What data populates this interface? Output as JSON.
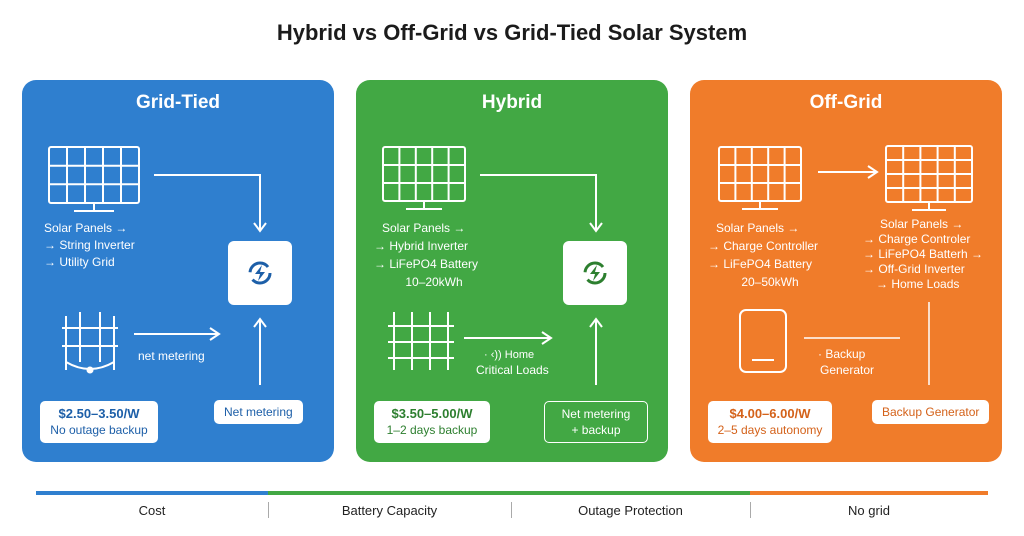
{
  "title": "Hybrid vs Off-Grid vs Grid-Tied Solar System",
  "panels": {
    "grid_tied": {
      "title": "Grid-Tied",
      "lines": [
        "Solar Panels →",
        "→ String Inverter",
        "→ Utility Grid"
      ],
      "flow_label": "net metering",
      "price": "$2.50–3.50/W",
      "price_note": "No outage backup",
      "tag": "Net metering",
      "color": "#2f7fcf"
    },
    "hybrid": {
      "title": "Hybrid",
      "lines": [
        "Solar Panels →",
        "→ Hybrid Inverter",
        "→ LiFePO4 Battery",
        "10–20kWh"
      ],
      "flow_label_1": "· ‹)) Home",
      "flow_label_2": "Critical Loads",
      "price": "$3.50–5.00/W",
      "price_note": "1–2 days backup",
      "tag_1": "Net metering",
      "tag_2": "+ backup",
      "color": "#42a844"
    },
    "off_grid": {
      "title": "Off-Grid",
      "lines_left": [
        "Solar Panels →",
        "→ Charge Controller",
        "→ LiFePO4 Battery",
        "20–50kWh"
      ],
      "lines_right": [
        "Solar Panels →",
        "→ Charge Controler",
        "→ LiFePO4 Batterh →",
        "→ Off-Grid Inverter",
        "→ Home Loads"
      ],
      "gen_label_1": "· Backup",
      "gen_label_2": "Generator",
      "price": "$4.00–6.00/W",
      "price_note": "2–5 days autonomy",
      "tag": "Backup Generator",
      "color": "#f07c2a"
    }
  },
  "legend": [
    "Cost",
    "Battery Capacity",
    "Outage Protection",
    "No grid"
  ],
  "bar_colors": [
    "#2f7fcf",
    "#42a844",
    "#f07c2a"
  ]
}
